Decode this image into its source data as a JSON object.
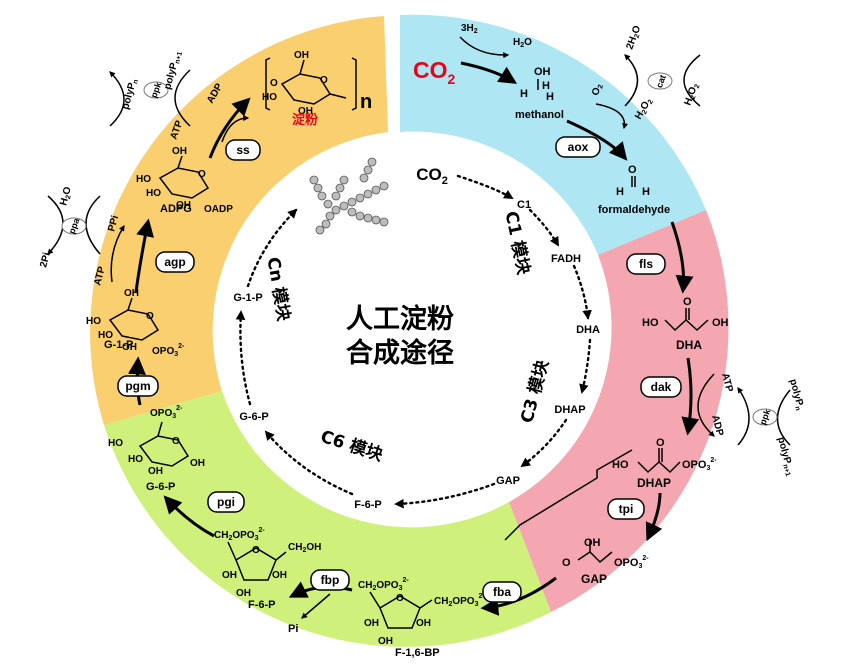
{
  "title_line1": "人工淀粉",
  "title_line2": "合成途径",
  "colors": {
    "c1_module": "#aee6f4",
    "c3_module": "#f4a7b0",
    "c6_module": "#cff07a",
    "cn_module": "#f9cf6f",
    "co2_red": "#e3061b",
    "starch_red": "#e3061b"
  },
  "inner_cycle": {
    "nodes": [
      "CO2",
      "C1",
      "FADH",
      "DHA",
      "DHAP",
      "GAP",
      "F-6-P",
      "G-6-P",
      "G-1-P"
    ],
    "modules": [
      "C1 模块",
      "C3 模块",
      "C6 模块",
      "Cn 模块"
    ]
  },
  "c1_module": {
    "co2": "CO",
    "co2_sub": "2",
    "h2_in": "3H",
    "h2_in_sub": "2",
    "h2o_out": "H",
    "h2o_out_sub2": "2",
    "h2o_out_tail": "O",
    "methanol": "methanol",
    "o2": "O",
    "o2_sub": "2",
    "h2o2": "H",
    "h2o2_sub": "2",
    "h2o2_mid": "O",
    "h2o2_sub2": "2",
    "aox": "aox",
    "formaldehyde": "formaldehyde",
    "cat": "cat",
    "cat_left": "2H",
    "cat_left_sub": "2",
    "cat_left_tail": "O",
    "cat_right": "H",
    "cat_right_sub": "2",
    "cat_right_mid": "O",
    "cat_right_sub2": "2"
  },
  "c3_module": {
    "fls": "fls",
    "dha": "DHA",
    "dak": "dak",
    "atp": "ATP",
    "adp": "ADP",
    "ppk": "ppk",
    "polyp_n": "polyP",
    "polyp_n_sub": "n",
    "polyp_n1": "polyP",
    "polyp_n1_sub": "n+1",
    "dhap": "DHAP",
    "tpi": "tpi",
    "gap": "GAP",
    "opo3": "OPO",
    "opo3_sub": "3",
    "opo3_sup": "2-"
  },
  "c6_module": {
    "fba": "fba",
    "f16bp": "F-1,6-BP",
    "fbp": "fbp",
    "pi": "Pi",
    "f6p": "F-6-P",
    "pgi": "pgi",
    "g6p": "G-6-P",
    "ch2opo3": "CH",
    "ch2_sub": "2",
    "ch2oh": "CH",
    "ch2oh_tail": "OH"
  },
  "cn_module": {
    "pgm": "pgm",
    "g1p": "G-1-P",
    "agp": "agp",
    "atp": "ATP",
    "ppi": "PPi",
    "ppa": "ppa",
    "h2o": "H",
    "h2o_sub": "2",
    "h2o_tail": "O",
    "two_pi": "2Pi",
    "adpg": "ADPG",
    "oadp": "OADP",
    "ss": "ss",
    "adp": "ADP",
    "ppk": "ppk",
    "polyp_n": "polyP",
    "polyp_n1": "polyP",
    "starch": "淀粉",
    "n": "n"
  }
}
